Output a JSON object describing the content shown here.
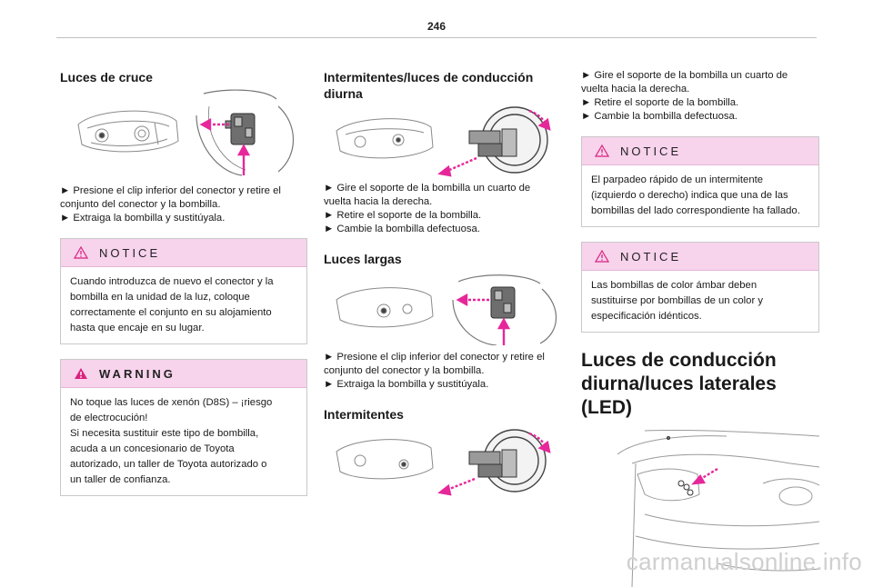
{
  "page": {
    "number": "246"
  },
  "col1": {
    "heading": "Luces de cruce",
    "steps": [
      "► Presione el clip inferior del conector y retire el",
      "conjunto del conector y la bombilla.",
      "► Extraiga la bombilla y sustitúyala."
    ],
    "notice": {
      "label": "NOTICE",
      "lines": [
        "Cuando introduzca de nuevo el conector y la",
        "bombilla en la unidad de la luz, coloque",
        "correctamente el conjunto en su alojamiento",
        "hasta que encaje en su lugar."
      ]
    },
    "warning": {
      "label": "WARNING",
      "lines": [
        "No toque las luces de xenón (D8S) – ¡riesgo",
        "de electrocución!",
        "Si necesita sustituir este tipo de bombilla,",
        "acuda a un concesionario de Toyota",
        "autorizado, un taller de Toyota autorizado o",
        "un taller de confianza."
      ]
    }
  },
  "col2": {
    "heading1_lines": [
      "Intermitentes/luces de conducción",
      "diurna"
    ],
    "steps1": [
      "► Gire el soporte de la bombilla un cuarto de",
      "vuelta hacia la derecha.",
      "► Retire el soporte de la bombilla.",
      "► Cambie la bombilla defectuosa."
    ],
    "heading2": "Luces largas",
    "steps2": [
      "► Presione el clip inferior del conector y retire el",
      "conjunto del conector y la bombilla.",
      "► Extraiga la bombilla y sustitúyala."
    ],
    "heading3": "Intermitentes"
  },
  "col3": {
    "steps": [
      "► Gire el soporte de la bombilla un cuarto de",
      "vuelta hacia la derecha.",
      "► Retire el soporte de la bombilla.",
      "► Cambie la bombilla defectuosa."
    ],
    "notice1": {
      "label": "NOTICE",
      "lines": [
        "El parpadeo rápido de un intermitente",
        "(izquierdo o derecho) indica que una de las",
        "bombillas del lado correspondiente ha fallado."
      ]
    },
    "notice2": {
      "label": "NOTICE",
      "lines": [
        "Las bombillas de color ámbar deben",
        "sustituirse por bombillas de un color y",
        "especificación idénticos."
      ]
    },
    "heading_lines": [
      "Luces de conducción",
      "diurna/luces laterales (LED)"
    ]
  },
  "footer": {
    "watermark": "carmanualsonline.info"
  },
  "colors": {
    "box_header": "#f7d3ec",
    "arrow": "#e6279a",
    "warning_icon": "#d9237f"
  }
}
